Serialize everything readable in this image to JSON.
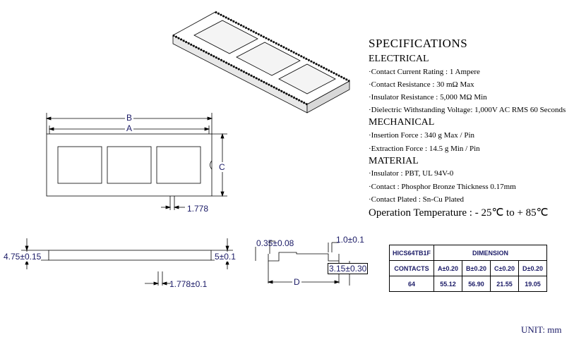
{
  "specifications": {
    "title": "SPECIFICATIONS",
    "electrical": {
      "heading": "ELECTRICAL",
      "items": [
        "·Contact Current Rating : 1 Ampere",
        "·Contact Resistance  :  30 mΩ Max",
        "·Insulator Resistance  :  5,000 MΩ Min",
        "·Dielectric Withstanding Voltage: 1,000V AC RMS 60 Seconds"
      ]
    },
    "mechanical": {
      "heading": "MECHANICAL",
      "items": [
        "·Insertion Force  :  340 g Max / Pin",
        "·Extraction Force  :  14.5 g Min / Pin"
      ]
    },
    "material": {
      "heading": "MATERIAL",
      "items": [
        "·Insulator  :  PBT, UL 94V-0",
        "·Contact  :  Phosphor Bronze Thickness 0.17mm",
        "·Contact  Plated : Sn-Cu Plated"
      ]
    },
    "operation_temperature": "Operation Temperature  : - 25℃ to + 85℃"
  },
  "dimensions": {
    "b": "B",
    "a": "A",
    "c": "C",
    "d": "D",
    "pitch_top": "1.778",
    "height_left": "4.75±0.15",
    "height_right": "5±0.1",
    "pitch_side": "1.778±0.1",
    "contact_thickness": "0.35±0.08",
    "lead_width": "1.0±0.1",
    "lead_length": "3.15±0.30"
  },
  "table": {
    "part_number": "HICS64TB1F",
    "dimension_header": "DIMENSION",
    "contacts_label": "CONTACTS",
    "columns": [
      "A±0.20",
      "B±0.20",
      "C±0.20",
      "D±0.20"
    ],
    "row": {
      "contacts": "64",
      "values": [
        "55.12",
        "56.90",
        "21.55",
        "19.05"
      ]
    }
  },
  "unit": "UNIT: mm",
  "colors": {
    "label": "#1a1a66",
    "line": "#000000"
  }
}
